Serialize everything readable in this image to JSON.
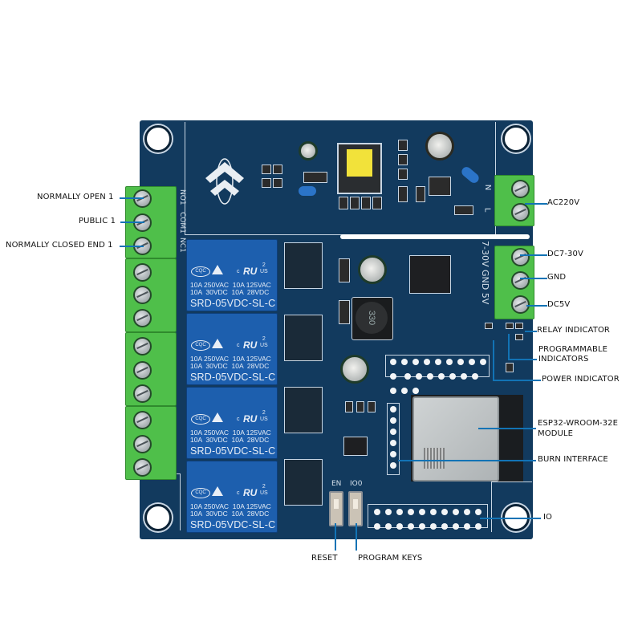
{
  "colors": {
    "board": "#123a5e",
    "terminal_green": "#4fbf4a",
    "relay_blue": "#1d5fae",
    "leader_line": "#1273b5",
    "transformer_yellow": "#f2e23a"
  },
  "board": {
    "logo_icon": "brand-logo-chevrons",
    "relay_count": 4,
    "left_terminal_silk": [
      "NO1",
      "COM1",
      "NC1"
    ],
    "ac_terminal_silk": [
      "N",
      "L"
    ],
    "dc_terminal_silk": "7-30V GND 5V",
    "inductor_marking": "330",
    "button_silk": [
      "EN",
      "IO0"
    ],
    "relays": [
      {
        "spec_line1": "10A 250VAC  10A 125VAC",
        "spec_line2": "10A  30VDC  10A  28VDC",
        "model": "SRD-05VDC-SL-C",
        "cert_ul": "RU",
        "cert_us": "2\nUS",
        "cert_c": "c",
        "cqc": "CQC"
      },
      {
        "spec_line1": "10A 250VAC  10A 125VAC",
        "spec_line2": "10A  30VDC  10A  28VDC",
        "model": "SRD-05VDC-SL-C",
        "cert_ul": "RU",
        "cert_us": "2\nUS",
        "cert_c": "c",
        "cqc": "CQC"
      },
      {
        "spec_line1": "10A 250VAC  10A 125VAC",
        "spec_line2": "10A  30VDC  10A  28VDC",
        "model": "SRD-05VDC-SL-C",
        "cert_ul": "RU",
        "cert_us": "2\nUS",
        "cert_c": "c",
        "cqc": "CQC"
      },
      {
        "spec_line1": "10A 250VAC  10A 125VAC",
        "spec_line2": "10A  30VDC  10A  28VDC",
        "model": "SRD-05VDC-SL-C",
        "cert_ul": "RU",
        "cert_us": "2\nUS",
        "cert_c": "c",
        "cqc": "CQC"
      }
    ]
  },
  "labels": {
    "normally_open": "NORMALLY OPEN 1",
    "public": "PUBLIC 1",
    "normally_closed": "NORMALLY CLOSED END 1",
    "ac220v": "AC220V",
    "dc7_30v": "DC7-30V",
    "gnd": "GND",
    "dc5v": "DC5V",
    "relay_indicator": "RELAY INDICATOR",
    "programmable_indicators_1": "PROGRAMMABLE",
    "programmable_indicators_2": "INDICATORS",
    "power_indicator": "POWER INDICATOR",
    "esp32_module_1": "ESP32-WROOM-32E",
    "esp32_module_2": "MODULE",
    "burn_interface": "BURN INTERFACE",
    "io": "IO",
    "reset": "RESET",
    "program_keys": "PROGRAM KEYS"
  }
}
